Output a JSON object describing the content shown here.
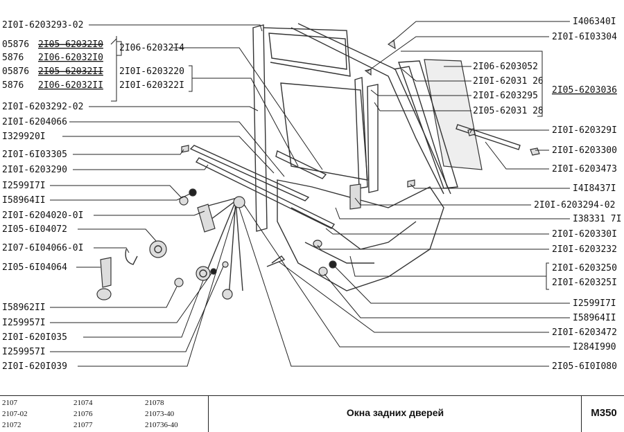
{
  "left_labels": [
    {
      "prefix": "",
      "code": "2I0I-6203293-02",
      "struck": false
    },
    {
      "prefix": "05876",
      "code": "2I05-62032I0",
      "struck": true
    },
    {
      "prefix": "5876",
      "code": "2I06-62032I0",
      "struck": false
    },
    {
      "prefix": "05876",
      "code": "2I05-62032II",
      "struck": true
    },
    {
      "prefix": "5876",
      "code": "2I06-62032II",
      "struck": false
    },
    {
      "prefix": "",
      "code": "2I0I-6203292-02",
      "struck": false
    },
    {
      "prefix": "",
      "code": "2I0I-6204066",
      "struck": false
    },
    {
      "prefix": "",
      "code": "I329920I",
      "struck": false
    },
    {
      "prefix": "",
      "code": "2I0I-6I03305",
      "struck": false
    },
    {
      "prefix": "",
      "code": "2I0I-6203290",
      "struck": false
    },
    {
      "prefix": "",
      "code": "I2599I7I",
      "struck": false
    },
    {
      "prefix": "",
      "code": "I58964II",
      "struck": false
    },
    {
      "prefix": "",
      "code": "2I0I-6204020-0I",
      "struck": false
    },
    {
      "prefix": "",
      "code": "2I05-6I04072",
      "struck": false
    },
    {
      "prefix": "",
      "code": "2I07-6I04066-0I",
      "struck": false
    },
    {
      "prefix": "",
      "code": "2I05-6I04064",
      "struck": false
    },
    {
      "prefix": "",
      "code": "I58962II",
      "struck": false
    },
    {
      "prefix": "",
      "code": "I259957I",
      "struck": false
    },
    {
      "prefix": "",
      "code": "2I0I-620I035",
      "struck": false
    },
    {
      "prefix": "",
      "code": "I259957I",
      "struck": false
    },
    {
      "prefix": "",
      "code": "2I0I-620I039",
      "struck": false
    }
  ],
  "center_labels": [
    "2I06-62032I4",
    "2I0I-6203220",
    "2I0I-620322I"
  ],
  "inner_right_labels": [
    "2I06-6203052",
    "2I0I-62031 26",
    "2I0I-6203295",
    "2I05-62031 28"
  ],
  "right_labels": [
    {
      "code": "I406340I",
      "struck": false
    },
    {
      "code": "2I0I-6I03304",
      "struck": false
    },
    {
      "code": "2I05-6203036",
      "struck": true
    },
    {
      "code": "2I0I-620329I",
      "struck": false
    },
    {
      "code": "2I0I-6203300",
      "struck": false
    },
    {
      "code": "2I0I-6203473",
      "struck": false
    },
    {
      "code": "I4I8437I",
      "struck": false
    },
    {
      "code": "2I0I-6203294-02",
      "struck": false
    },
    {
      "code": "I38331 7I",
      "struck": false
    },
    {
      "code": "2I0I-620330I",
      "struck": false
    },
    {
      "code": "2I0I-6203232",
      "struck": false
    },
    {
      "code": "2I0I-6203250",
      "struck": false
    },
    {
      "code": "2I0I-620325I",
      "struck": false
    },
    {
      "code": "I2599I7I",
      "struck": false
    },
    {
      "code": "I58964II",
      "struck": false
    },
    {
      "code": "2I0I-6203472",
      "struck": false
    },
    {
      "code": "I284I990",
      "struck": false
    },
    {
      "code": "2I05-6I0I080",
      "struck": false
    }
  ],
  "footer": {
    "models": [
      "2107",
      "21074",
      "21078",
      "2107-02",
      "21076",
      "21073-40",
      "21072",
      "21077",
      "210736-40"
    ],
    "title": "Окна задних дверей",
    "page_code": "М350"
  }
}
